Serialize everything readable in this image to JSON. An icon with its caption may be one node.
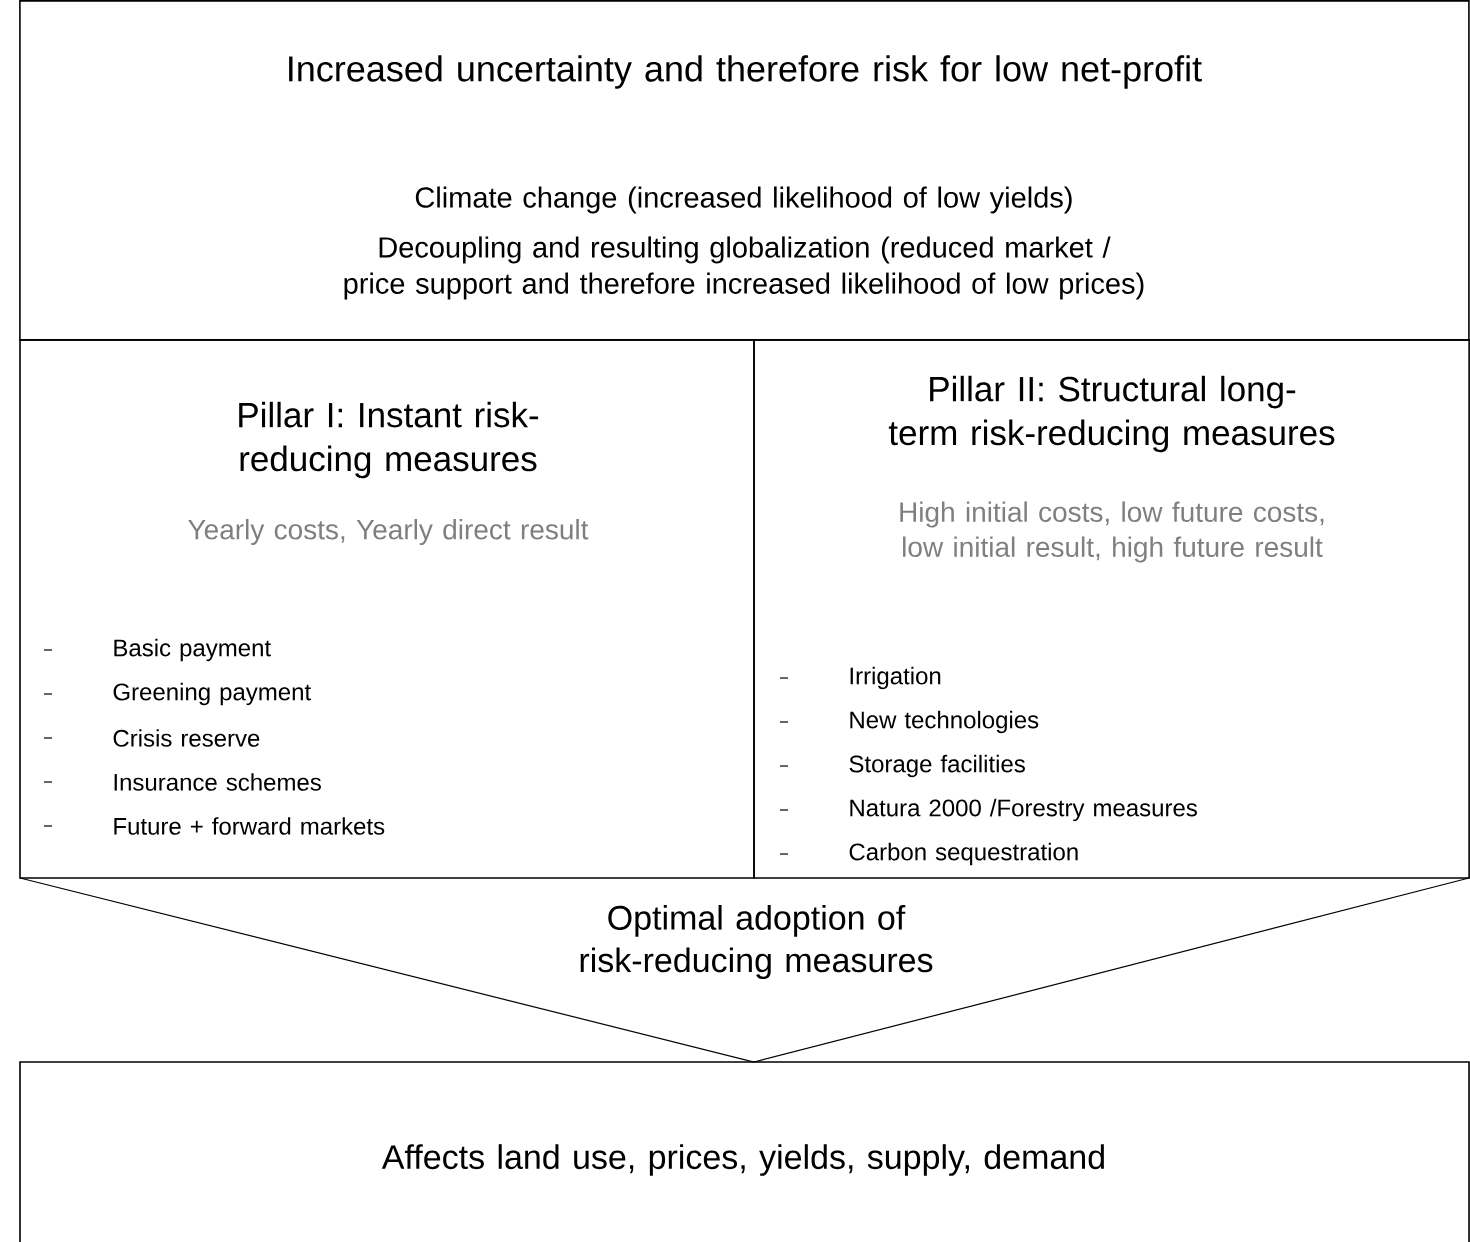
{
  "diagram": {
    "nodes": [
      {
        "text": [
          "Increased uncertainty and therefore risk for low net-profit",
          "Climate change (increased likelihood of low yields)",
          "Decoupling and resulting globalization (reduced market / price support and therefore increased likelihood of low prices)"
        ]
      },
      {
        "text": [
          "Pillar I: Instant risk-reducing measures",
          "Yearly costs, Yearly direct result",
          "Basic payment",
          "Greening payment",
          "Crisis reserve",
          "Insurance schemes",
          "Future + forward markets"
        ]
      },
      {
        "text": [
          "Pillar II: Structural long-term risk-reducing measures",
          "High initial costs, low future costs, low initial result, high future result",
          "Irrigation",
          "New technologies",
          "Storage facilities",
          "Natura 2000 /Forestry measures",
          "Carbon sequestration"
        ]
      },
      {
        "text": [
          "Optimal adoption of risk-reducing measures"
        ]
      },
      {
        "text": [
          "Affects land use, prices, yields, supply, demand"
        ]
      }
    ]
  }
}
